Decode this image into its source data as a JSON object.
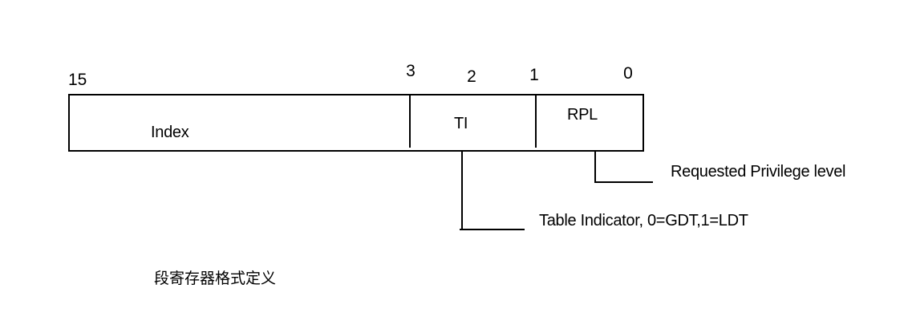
{
  "diagram": {
    "bit_labels": {
      "b15": "15",
      "b3": "3",
      "b2": "2",
      "b1": "1",
      "b0": "0"
    },
    "fields": {
      "index": "Index",
      "ti": "TI",
      "rpl": "RPL"
    },
    "annotations": {
      "rpl": "Requested Privilege level",
      "ti": "Table Indicator, 0=GDT,1=LDT"
    },
    "caption": "段寄存器格式定义",
    "colors": {
      "line": "#000000",
      "text": "#000000",
      "background": "#ffffff"
    }
  }
}
